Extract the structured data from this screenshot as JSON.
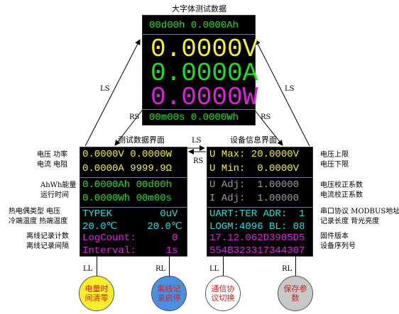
{
  "big_screen": {
    "title": "大字体测试数据",
    "top_line": "00d00h 0.0000Ah",
    "voltage": "0.0000V",
    "current": "0.0000A",
    "power": "0.0000W",
    "bottom_line": "00m00s 0.0000Wh"
  },
  "test_screen": {
    "title": "测试数据界面",
    "rows": [
      "0.0000V 0.0000W",
      "0.0000A 9999.9Ω",
      "0.0000Ah 00d00h",
      "0.0000Wh 00m00s",
      "TYPEK        0uV",
      "20.0℃     20.0℃",
      "LogCount:      0",
      "Interval:     1s"
    ],
    "left_labels": [
      "电压  功率",
      "电流  电阻",
      "AhWh能量",
      "运行时间",
      "热电偶类型  电压",
      "冷端温度  热端温度",
      "离线记录计数",
      "离线记录间隔"
    ]
  },
  "device_screen": {
    "title": "设备信息界面",
    "rows": [
      "U Max: 20.0000V",
      "U Min:  0.0000V",
      "U Adj:  1.00000",
      "I Adj:  1.00000",
      "UART:TER ADR:  1",
      "LOGM:4096 BL: 08",
      "17.12.062D3905D5",
      "554B323317344307"
    ],
    "right_labels": [
      "电压上限",
      "电压下限",
      "电压校正系数",
      "电流校正系数",
      "串口协议  MODBUS地址",
      "记录长度       背光亮度",
      "固件版本",
      "设备序列号"
    ]
  },
  "arrows": {
    "ls_left": "LS",
    "rs_left": "RS",
    "ls_right": "LS",
    "rs_right": "RS",
    "ls_mid": "LS",
    "rs_mid": "RS"
  },
  "buttons": [
    {
      "key": "LL",
      "label": "电量时\n间清零",
      "color": "#f4ee2c",
      "text_color": "#d02020"
    },
    {
      "key": "RL",
      "label": "离线记\n录启停",
      "color": "#4a90e2",
      "text_color": "#d02020"
    },
    {
      "key": "LL",
      "label": "通信协\n议切换",
      "color": "#ffffff",
      "text_color": "#d02020"
    },
    {
      "key": "RL",
      "label": "保存参\n数",
      "color": "#c8c8c8",
      "text_color": "#d02020"
    }
  ],
  "colors": {
    "yellow": "#f5ee33",
    "green": "#1fe01f",
    "magenta": "#e020e0",
    "cyan": "#20e0e0",
    "grey_text": "#9a9aa8"
  }
}
